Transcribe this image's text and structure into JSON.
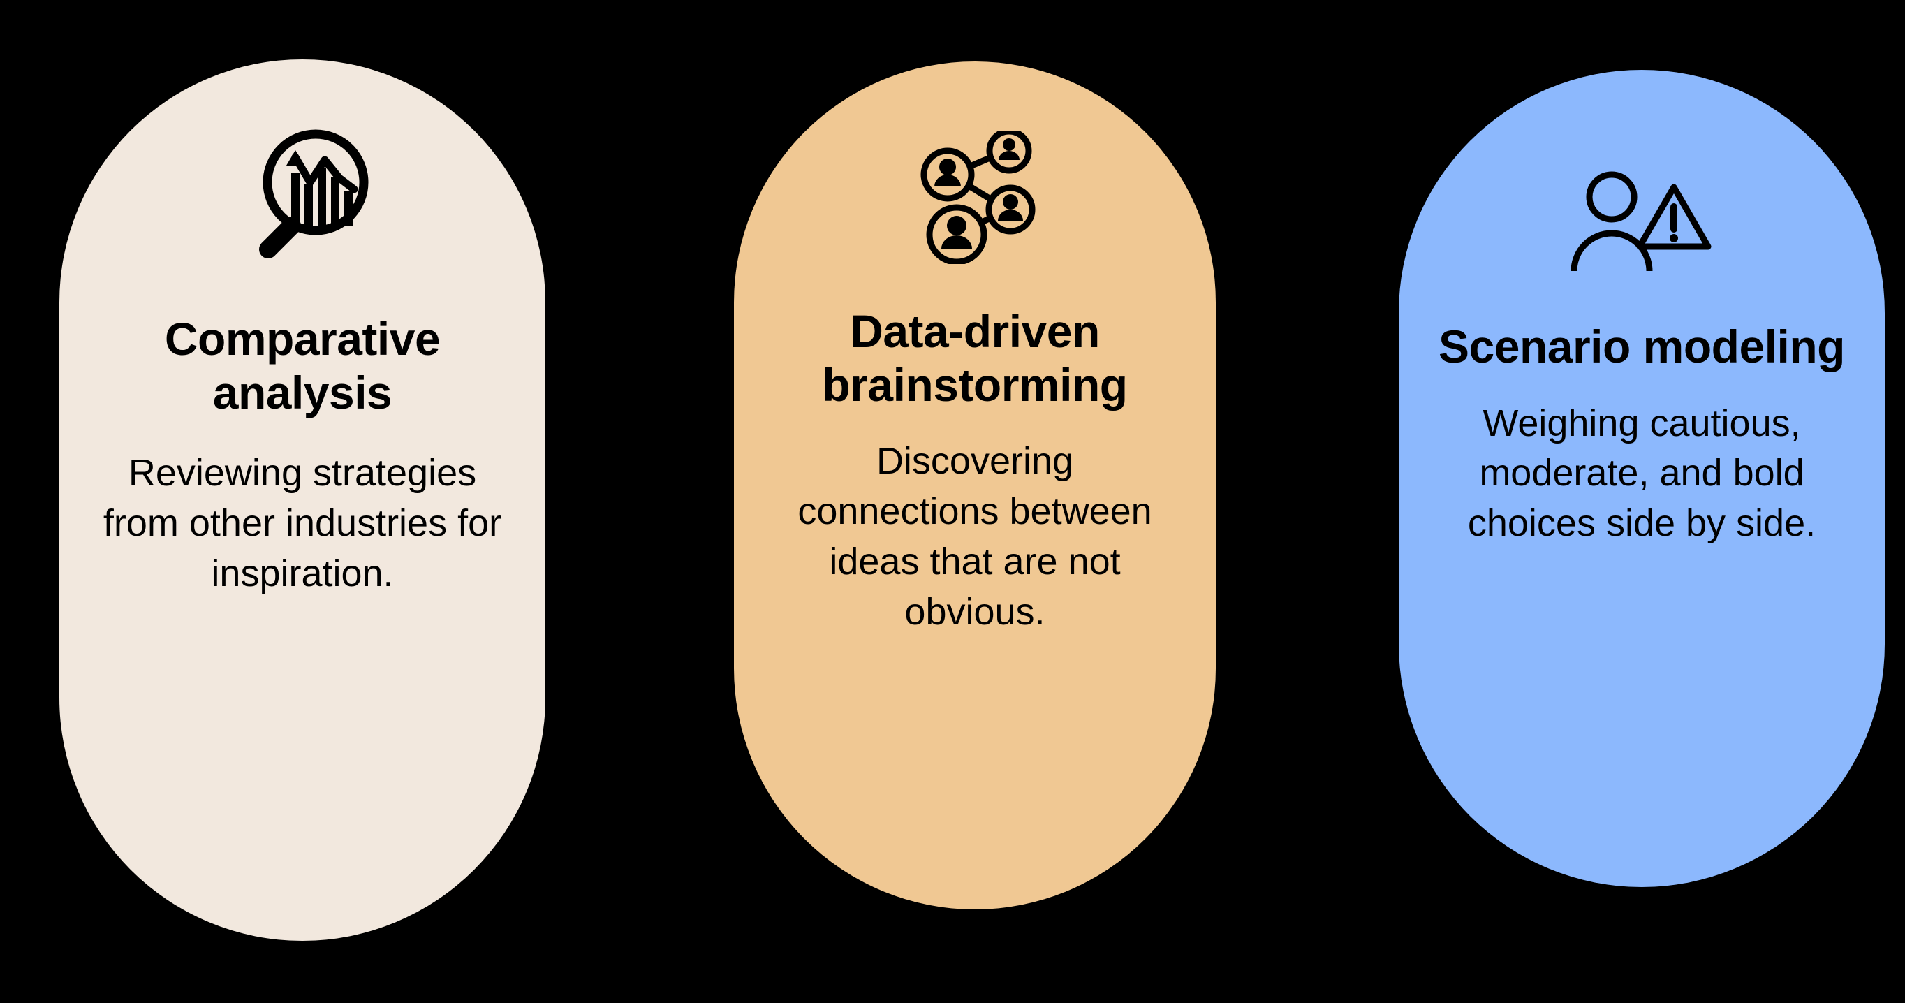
{
  "background_color": "#000000",
  "text_color": "#000000",
  "cards": [
    {
      "id": "comparative-analysis",
      "title": "Comparative analysis",
      "body": "Reviewing strategies from other industries for inspiration.",
      "background_color": "#F2E8DE",
      "icon": "magnifier-chart-icon"
    },
    {
      "id": "data-driven-brainstorming",
      "title": "Data-driven brainstorming",
      "body": "Discovering connections between ideas that are not obvious.",
      "background_color": "#F0C893",
      "icon": "people-network-icon"
    },
    {
      "id": "scenario-modeling",
      "title": "Scenario modeling",
      "body": "Weighing cautious, moderate, and bold choices side by side.",
      "background_color": "#8CB8FD",
      "icon": "person-warning-icon"
    }
  ]
}
